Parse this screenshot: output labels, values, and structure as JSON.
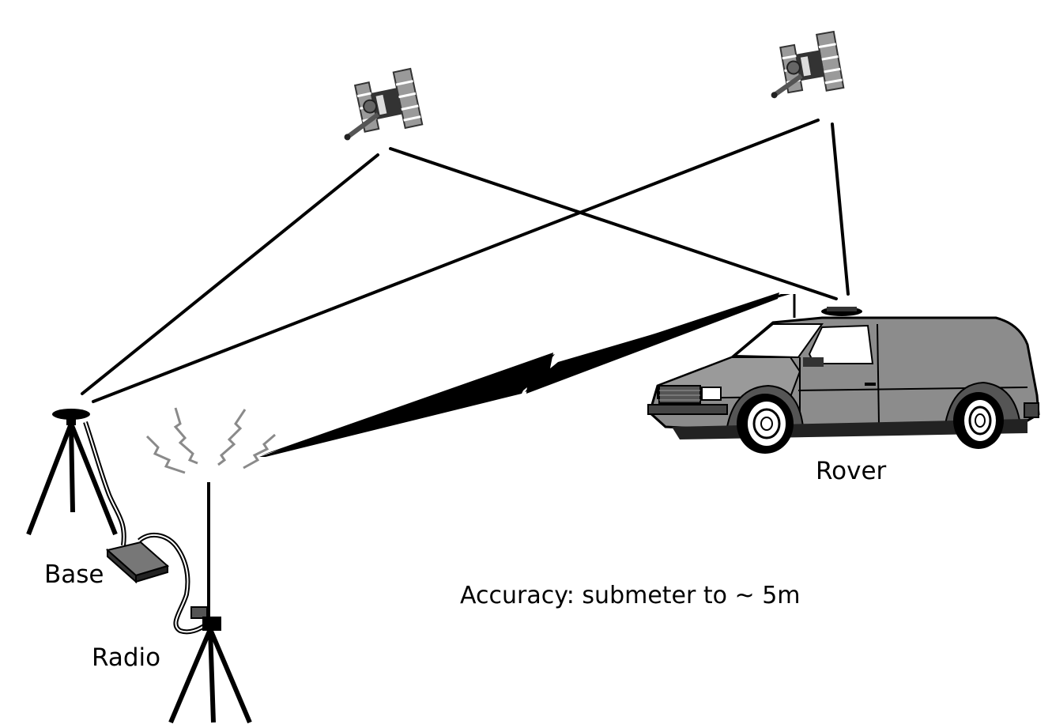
{
  "labels": {
    "rover": "Rover",
    "base": "Base",
    "radio": "Radio",
    "accuracy": "Accuracy: submeter to ~ 5m"
  },
  "colors": {
    "line": "#000000",
    "vehicle_body": "#8c8c8c",
    "vehicle_dark": "#555555",
    "satellite_panel": "#9a9a9a",
    "radio_wave": "#8a8a8a",
    "background": "#ffffff"
  },
  "icons": {
    "satellite_left": "satellite-icon",
    "satellite_right": "satellite-icon",
    "rover_vehicle": "van-icon",
    "base_receiver": "tripod-antenna-icon",
    "base_box": "receiver-box-icon",
    "radio_mast": "radio-tripod-icon",
    "radio_link": "lightning-bolt-icon"
  }
}
